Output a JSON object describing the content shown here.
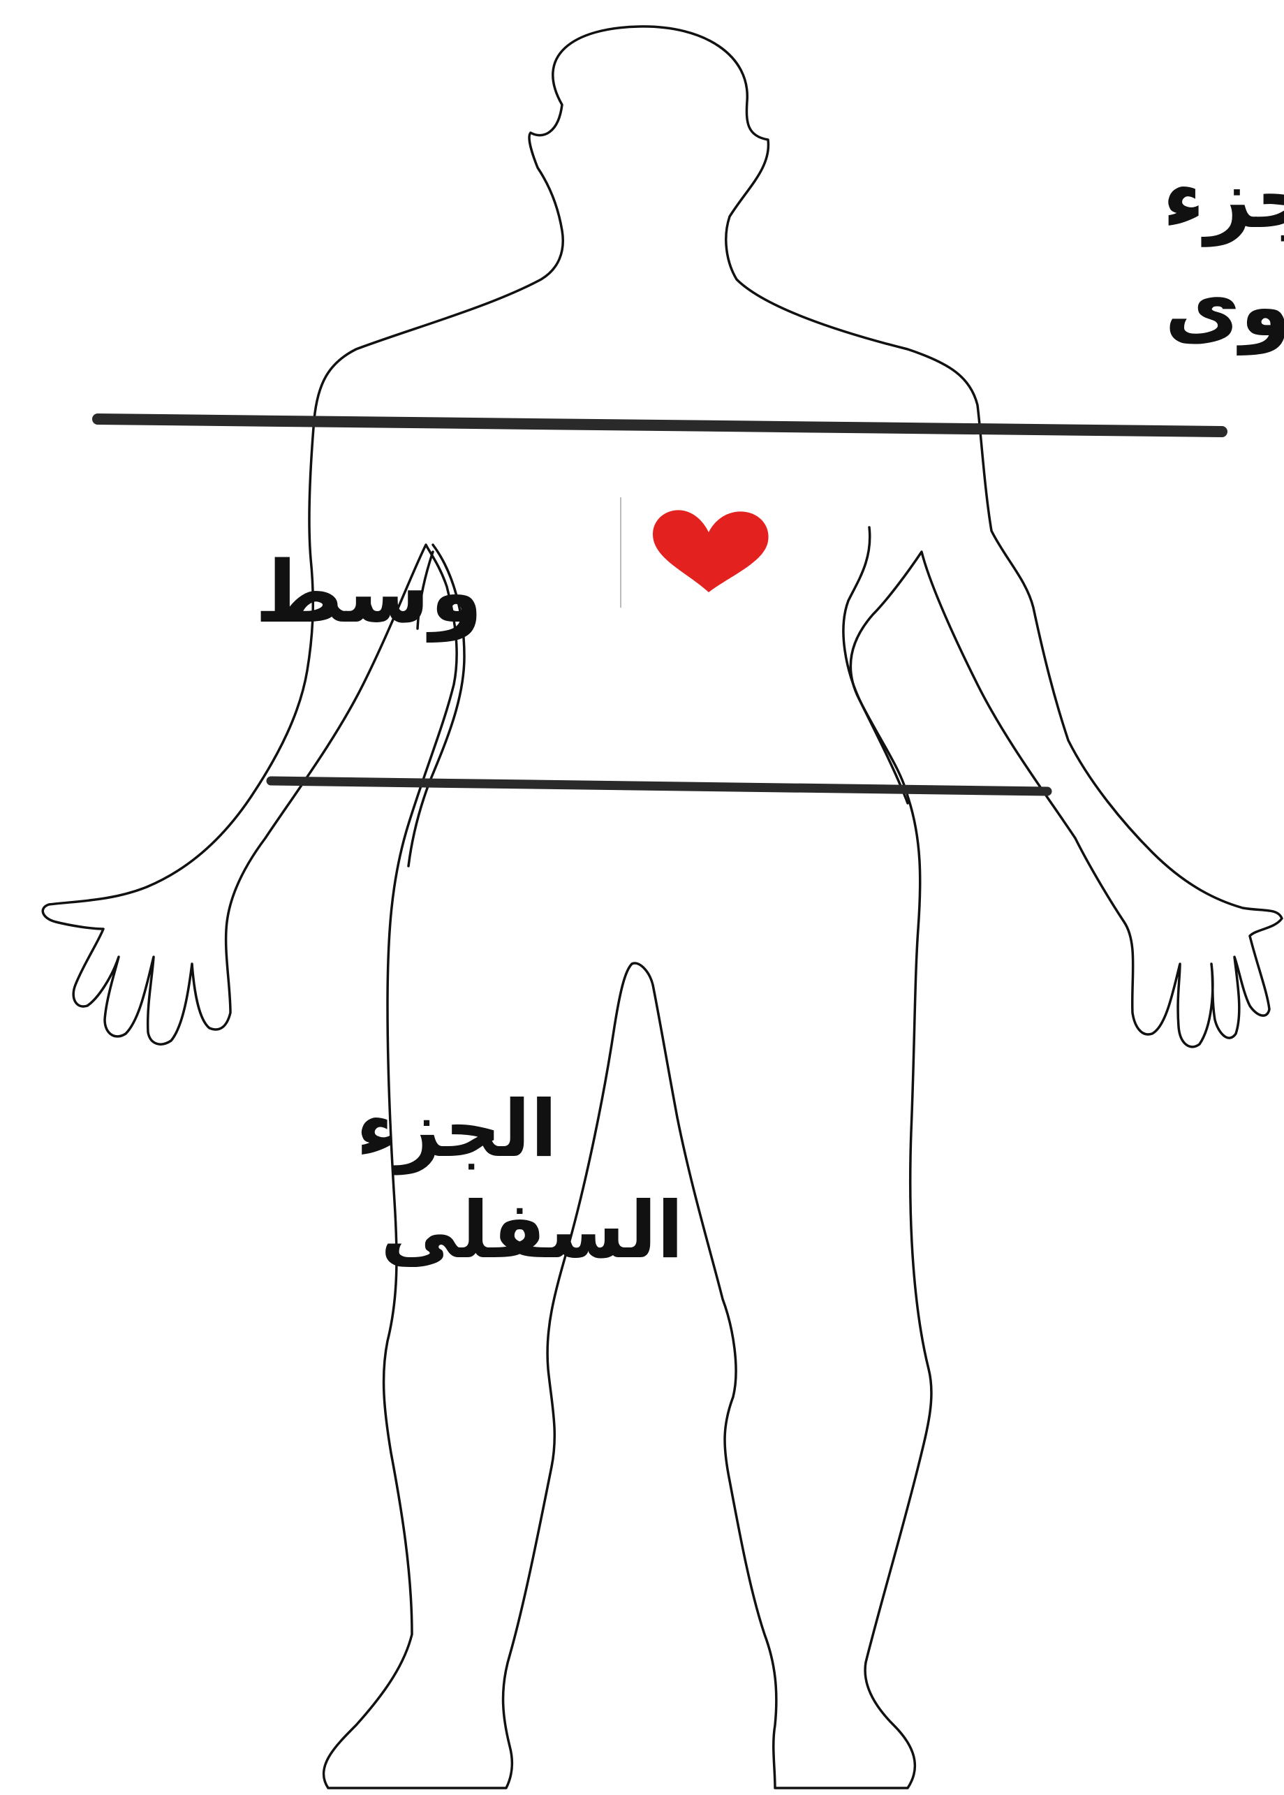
{
  "labels": {
    "upper_line1": "الجزء",
    "upper_line2": "العلوى",
    "middle": "وسط",
    "lower_line1": "الجزء",
    "lower_line2": "السفلى"
  },
  "colors": {
    "outline": "#111111",
    "divider": "#2a2a2a",
    "heart": "#e3211f",
    "background": "#ffffff"
  },
  "icons": {
    "heart": "heart-icon"
  }
}
